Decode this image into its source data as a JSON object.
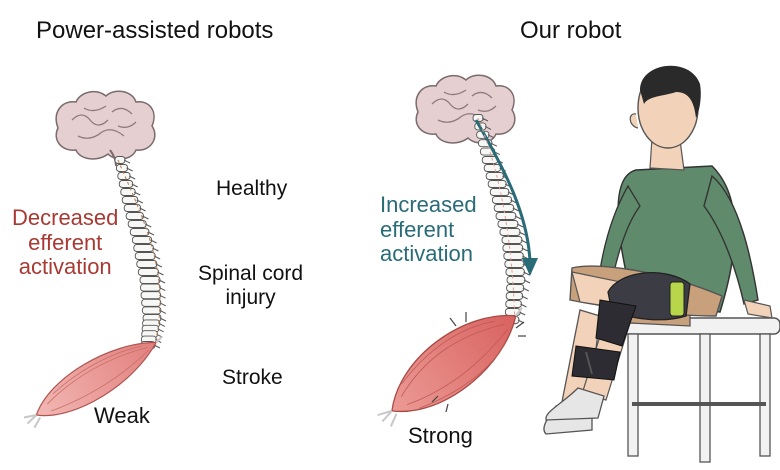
{
  "left_panel": {
    "title": "Power-assisted robots",
    "conditions": [
      "Healthy",
      "Spinal cord injury",
      "Stroke"
    ],
    "effect_lines": [
      "Decreased",
      "efferent",
      "activation"
    ],
    "muscle_caption": "Weak"
  },
  "right_panel": {
    "title": "Our robot",
    "effect_lines": [
      "Increased",
      "efferent",
      "activation"
    ],
    "muscle_caption": "Strong"
  },
  "colors": {
    "decreased_text": "#a83a34",
    "increased_text": "#2a6b78",
    "brain": "#e5cfd1",
    "muscle": "#e27f7d",
    "shirt": "#5f8a6c",
    "skin": "#f2d2b8",
    "device": "#3c3c44",
    "device_accent": "#b8d64a"
  },
  "icons": [
    "brain-icon",
    "spine-icon",
    "muscle-icon",
    "arrow-icon",
    "child-icon",
    "knee-robot-icon",
    "stool-icon"
  ]
}
